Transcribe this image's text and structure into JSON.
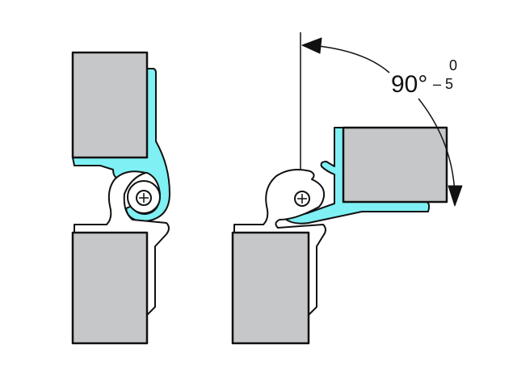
{
  "annotation": {
    "angle": "90°",
    "tolerance_upper": "0",
    "tolerance_lower": "– 5"
  },
  "colors": {
    "hinge_profile": "#7ff0f4",
    "panel": "#c6c7c9",
    "outline": "#111111"
  },
  "views": [
    "closed-hinge",
    "open-hinge-90"
  ]
}
